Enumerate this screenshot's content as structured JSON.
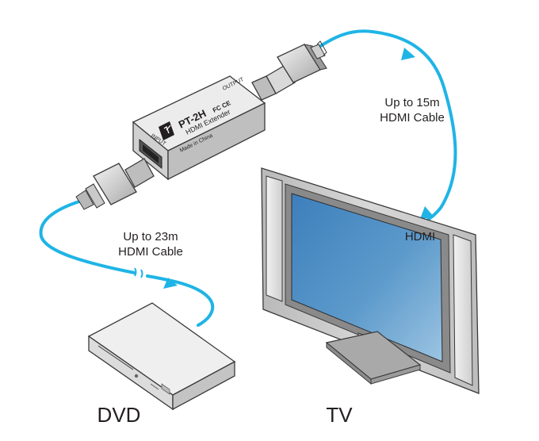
{
  "device": {
    "model": "PT-2H",
    "name": "HDMI Extender",
    "port_output": "OUTPUT",
    "port_input": "INPUT",
    "made_in": "Made in China",
    "compliance_marks": "FC CE"
  },
  "cables": {
    "output_cable_line1": "Up to 15m",
    "output_cable_line2": "HDMI Cable",
    "input_cable_line1": "Up to 23m",
    "input_cable_line2": "HDMI Cable"
  },
  "tv": {
    "port_label": "HDMI",
    "caption": "TV"
  },
  "dvd": {
    "caption": "DVD"
  },
  "colors": {
    "cable": "#1fb4e6",
    "box_body": "#e2e2e2",
    "screen": "#4f8fc4",
    "outline": "#3a3a3a"
  }
}
